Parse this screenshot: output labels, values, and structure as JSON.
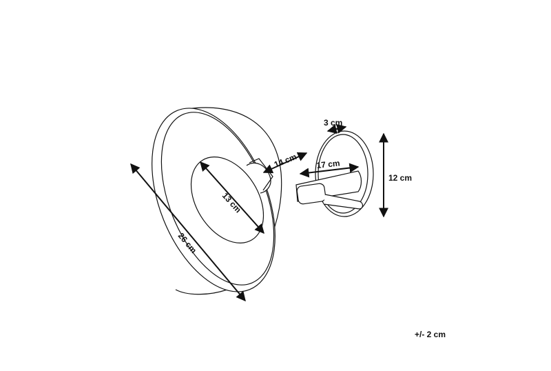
{
  "diagram": {
    "stroke_color": "#111111",
    "background": "#ffffff",
    "dimensions": {
      "shade_diameter": "26 cm",
      "shade_inner": "13 cm",
      "shade_depth": "14 cm",
      "arm_length": "17 cm",
      "arm_width": "3 cm",
      "base_height": "12 cm"
    },
    "tolerance": "+/- 2 cm"
  }
}
